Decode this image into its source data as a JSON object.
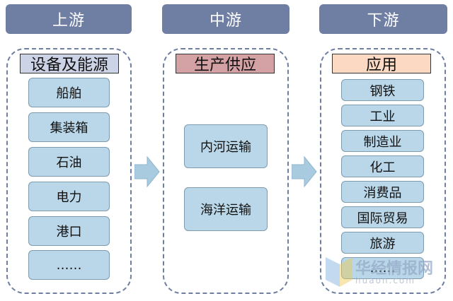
{
  "columns": {
    "upstream": {
      "header": "上游",
      "category": "设备及能源",
      "category_color": "#cdd3e6",
      "items": [
        "船舶",
        "集装箱",
        "石油",
        "电力",
        "港口",
        "……"
      ]
    },
    "midstream": {
      "header": "中游",
      "category": "生产供应",
      "category_color": "#d4a1a4",
      "items": [
        "内河运输",
        "海洋运输"
      ]
    },
    "downstream": {
      "header": "下游",
      "category": "应用",
      "category_color": "#fbd9c2",
      "items": [
        "钢铁",
        "工业",
        "制造业",
        "化工",
        "消费品",
        "国际贸易",
        "旅游",
        "……"
      ]
    }
  },
  "watermark": {
    "text": "华经情报网",
    "subtext": "huaon.com"
  },
  "colors": {
    "header_bg": "#6f7ea3",
    "item_bg": "#b9d7e8",
    "arrow": "#a9cbe0"
  }
}
